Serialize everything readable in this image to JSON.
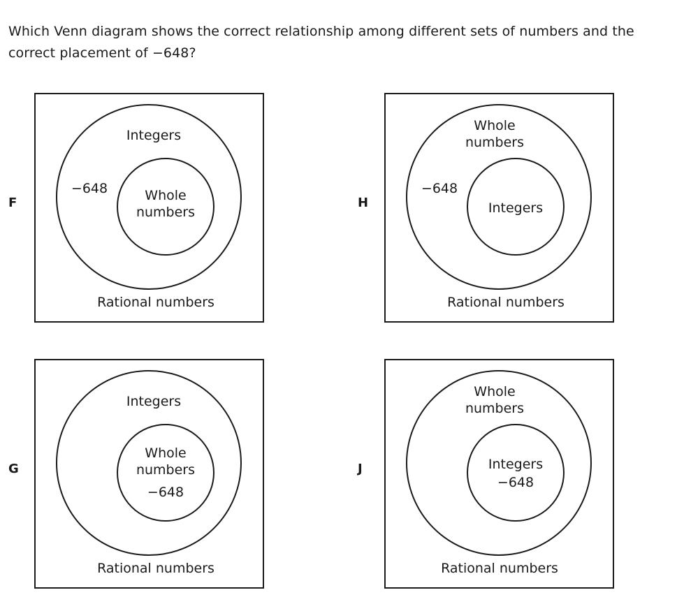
{
  "question": {
    "line1": "Which Venn diagram shows the correct relationship among different sets of numbers and the",
    "line2": "correct placement of −648?"
  },
  "choices": [
    {
      "letter": "F",
      "outer_label": "Rational numbers",
      "middle_label": [
        "Integers"
      ],
      "inner_label": [
        "Whole",
        "numbers"
      ],
      "middle_value": "−648",
      "inner_value": ""
    },
    {
      "letter": "H",
      "outer_label": "Rational numbers",
      "middle_label": [
        "Whole",
        "numbers"
      ],
      "inner_label": [
        "Integers"
      ],
      "middle_value": "−648",
      "inner_value": ""
    },
    {
      "letter": "G",
      "outer_label": "Rational numbers",
      "middle_label": [
        "Integers"
      ],
      "inner_label": [
        "Whole",
        "numbers"
      ],
      "middle_value": "",
      "inner_value": "−648"
    },
    {
      "letter": "J",
      "outer_label": "Rational numbers",
      "middle_label": [
        "Whole",
        "numbers"
      ],
      "inner_label": [
        "Integers"
      ],
      "middle_value": "",
      "inner_value": "−648"
    }
  ]
}
